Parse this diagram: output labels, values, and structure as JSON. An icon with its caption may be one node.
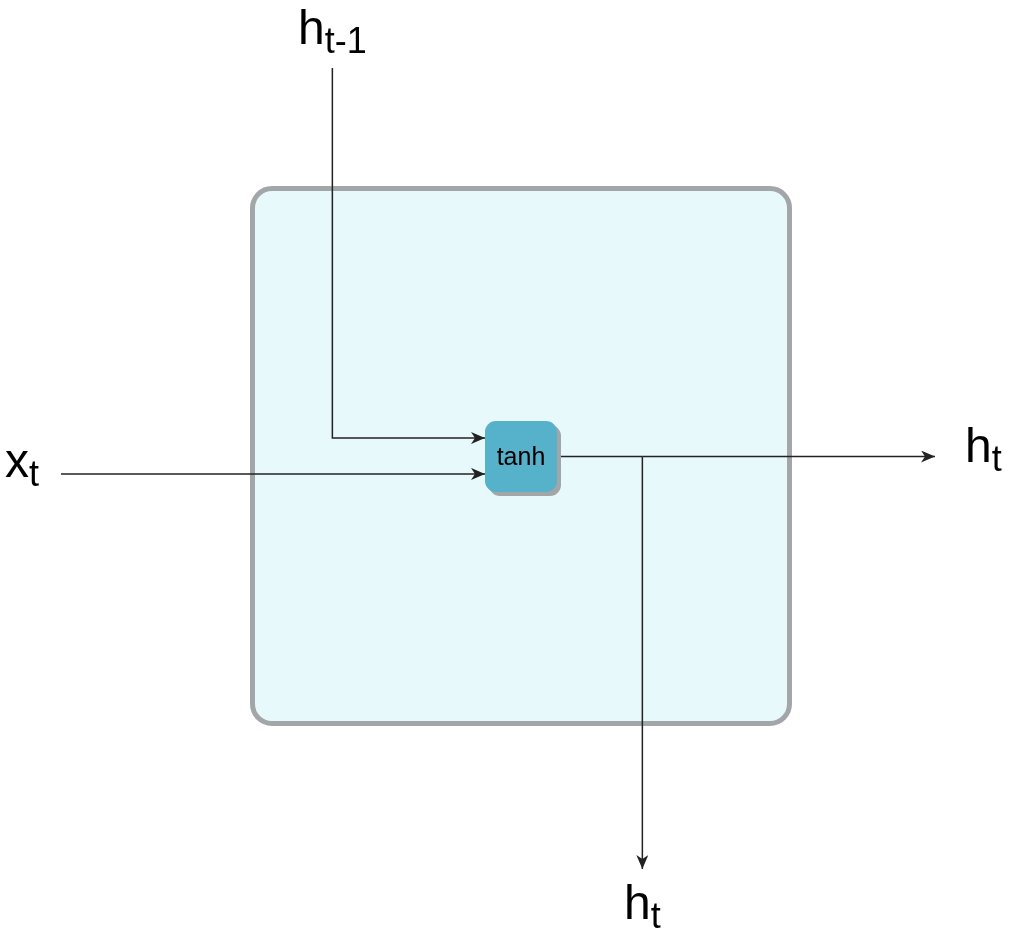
{
  "diagram": {
    "nodes": [
      {
        "text": [],
        "shape": "box"
      },
      {
        "text": [
          "tanh"
        ],
        "in": 0
      },
      {
        "text": [
          "h$_{t-1}$"
        ]
      },
      {
        "text": [
          "x$_{t}$"
        ]
      },
      {
        "text": [
          "h$_{t}$"
        ]
      },
      {
        "text": [
          "h$_{t}$"
        ]
      }
    ],
    "edges": [
      {
        "from": 2,
        "to": 1,
        "arrow": "to"
      },
      {
        "from": 3,
        "to": 1,
        "arrow": "to"
      },
      {
        "from": 1,
        "to": 4,
        "arrow": "to"
      },
      {
        "from": 1,
        "to": 5,
        "arrow": "to"
      }
    ]
  }
}
